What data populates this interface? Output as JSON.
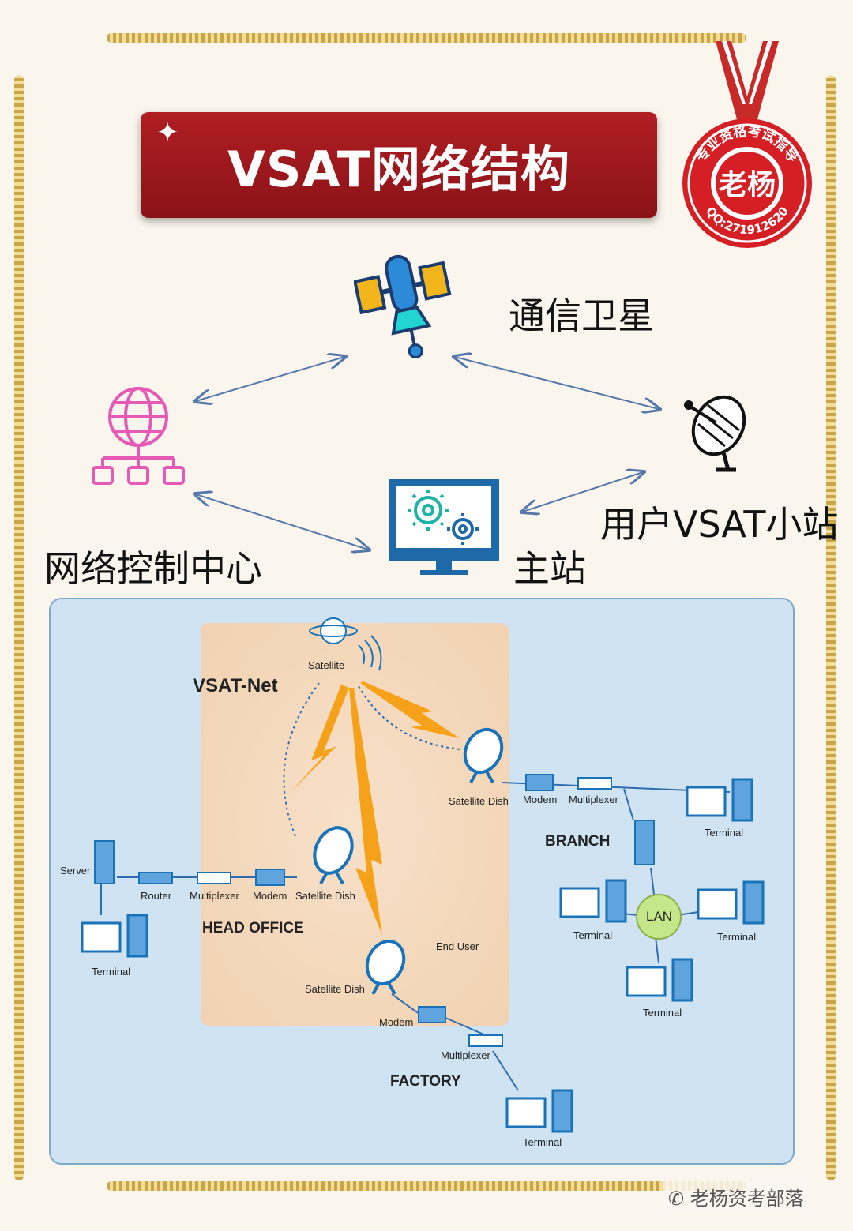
{
  "title": "VSAT网络结构",
  "stamp": {
    "center": "老杨",
    "ring_top": "专业资格考试指导",
    "ring_bottom": "QQ:271912620"
  },
  "nodes": {
    "satellite": "通信卫星",
    "user_station": "用户VSAT小站",
    "master_station": "主站",
    "ncc": "网络控制中心"
  },
  "detail": {
    "net_title": "VSAT-Net",
    "satellite": "Satellite",
    "head_office": "HEAD OFFICE",
    "branch": "BRANCH",
    "factory": "FACTORY",
    "end_user": "End User",
    "lan": "LAN",
    "server": "Server",
    "router": "Router",
    "multiplexer": "Multiplexer",
    "modem": "Modem",
    "satellite_dish": "Satellite Dish",
    "terminal": "Terminal"
  },
  "footer": "老杨资考部落",
  "colors": {
    "banner": "#a0181d",
    "arrow": "#5577aa",
    "device_blue": "#1a73b8",
    "ncc_pink": "#e55ab4",
    "lightning": "#f5a21a",
    "lan_green": "#c6e68a"
  }
}
